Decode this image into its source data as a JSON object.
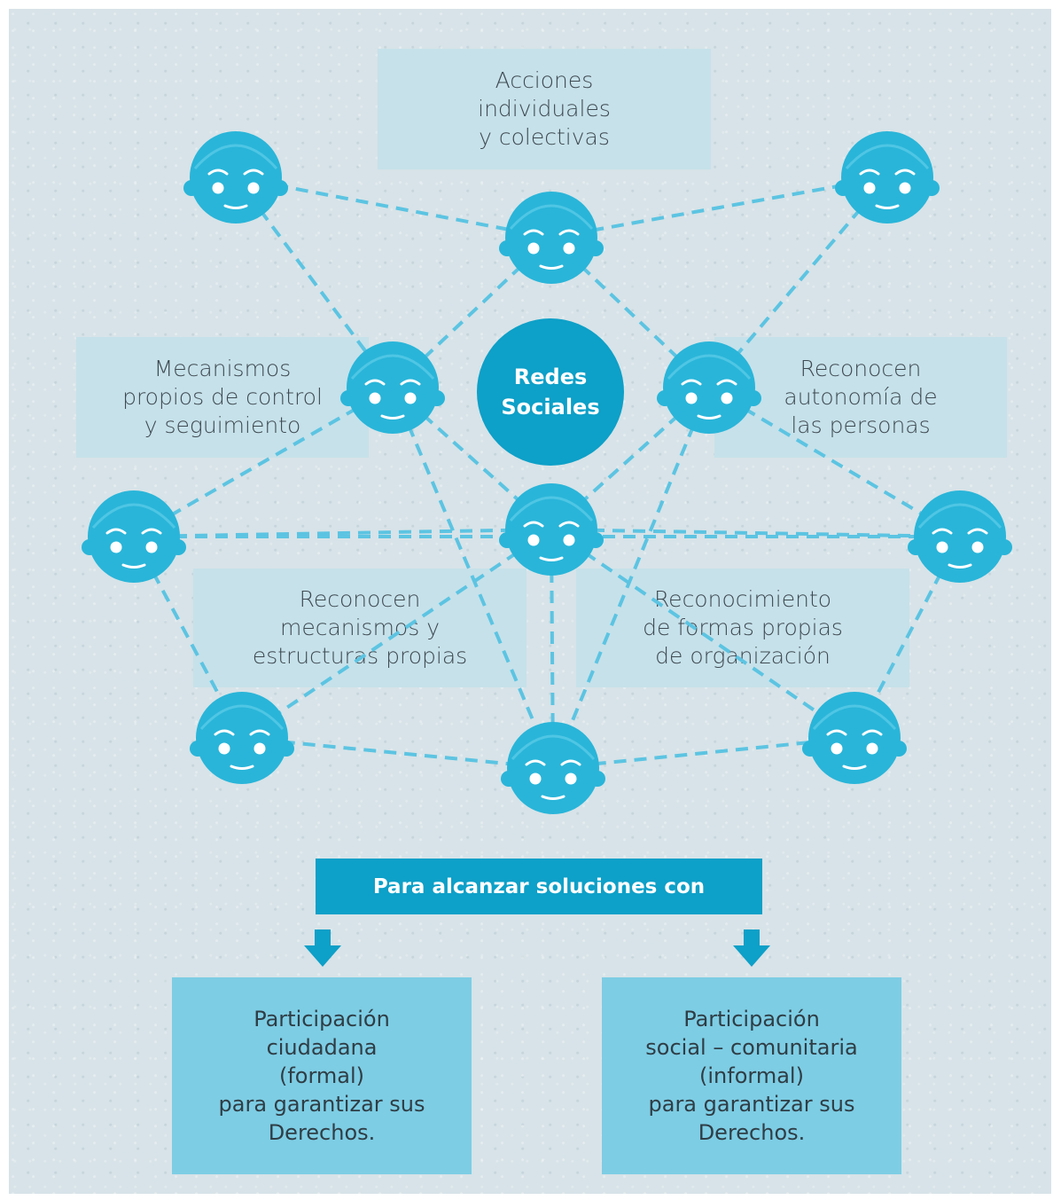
{
  "colors": {
    "head": "#29b5d9",
    "dash": "#5cc4e2",
    "hub": "#0da0c8",
    "label_box": "#c6e1ea",
    "output_box": "#7dcde4"
  },
  "labels": {
    "acciones": "Acciones\nindividuales\ny colectivas",
    "mecanismos_control": "Mecanismos\npropios de control\ny seguimiento",
    "autonomia": "Reconocen\nautonomía de\nlas personas",
    "estructuras": "Reconocen\nmecanismos y\nestructuras propias",
    "organizacion": "Reconocimiento\nde formas propias\nde organización"
  },
  "hub": {
    "text": "Redes\nSociales"
  },
  "bar": {
    "text": "Para alcanzar soluciones con"
  },
  "outputs": {
    "formal": "Participación\nciudadana\n(formal)\npara garantizar sus\nDerechos.",
    "informal": "Participación\nsocial – comunitaria\n(informal)\npara garantizar sus\nDerechos."
  },
  "icons": {
    "person": "child-face-icon",
    "arrow": "arrow-down-icon"
  }
}
